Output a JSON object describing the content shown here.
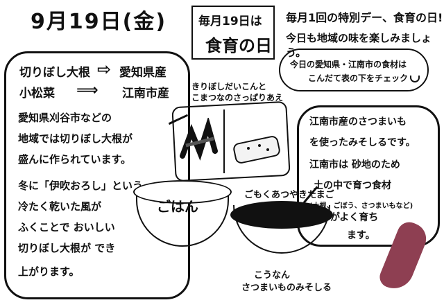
{
  "header": {
    "date": "9月19日(金)",
    "badge_line1": "毎月19日は",
    "badge_line2": "食育の日",
    "tokubetsu": "毎月1回の特別デー、食育の日!",
    "chiiki": "今日も地域の味を楽しみましょう。",
    "cloud_l1": "今日の愛知県・江南市の食材は",
    "cloud_l2": "こんだて表の下をチェック"
  },
  "left_bubble": {
    "pair1_left": "切りぼし大根",
    "pair1_right": "愛知県産",
    "pair2_left": "小松菜",
    "pair2_right": "江南市産",
    "arrow1": "⇨",
    "arrow2": "⟹",
    "lines": [
      "愛知県刈谷市などの",
      "地域では切りぼし大根が",
      "盛んに作られています。",
      "冬に「伊吹おろし」という",
      "冷たく乾いた風が",
      "ふくことで おいしい",
      "切りぼし大根が でき",
      "上がります。"
    ]
  },
  "right_bubble": {
    "lines": [
      "江南市産のさつまいも",
      "を使ったみそしるです。",
      "江南市は 砂地のため",
      "土の中で育つ食材",
      "(大根、ごぼう、さつまいもなど)",
      "がよく育ち",
      "ます。"
    ]
  },
  "menu": {
    "dish_label_l1": "きりぼしだいこんと",
    "dish_label_l2": "こまつなのさっぱりあえ",
    "rice": "ごはん",
    "soup": "ごもくあつやきたまご",
    "soup_sub1": "こうなん",
    "soup_sub2": "さつまいものみそしる"
  },
  "icons": {
    "bowl": "bowl-icon",
    "potato": "sweet-potato-illustration"
  },
  "colors": {
    "ink": "#111111",
    "potato": "#8e3f52"
  }
}
